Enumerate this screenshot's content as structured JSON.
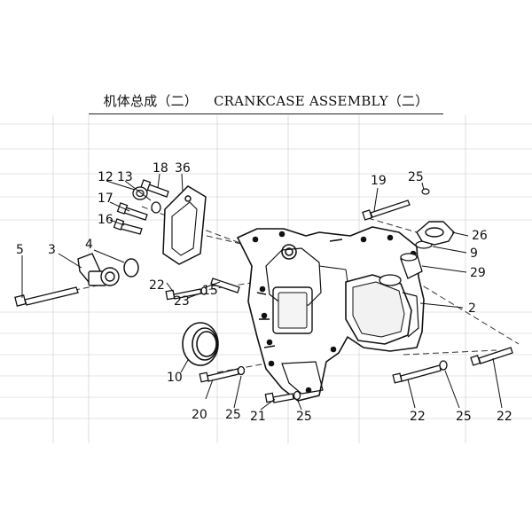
{
  "header": {
    "title_cn": "机体总成（二）",
    "title_en": "CRANKCASE ASSEMBLY（二）"
  },
  "callouts": [
    {
      "id": "c12",
      "label": "12"
    },
    {
      "id": "c13",
      "label": "13"
    },
    {
      "id": "c18",
      "label": "18"
    },
    {
      "id": "c36",
      "label": "36"
    },
    {
      "id": "c17",
      "label": "17"
    },
    {
      "id": "c16",
      "label": "16"
    },
    {
      "id": "c5",
      "label": "5"
    },
    {
      "id": "c3",
      "label": "3"
    },
    {
      "id": "c4",
      "label": "4"
    },
    {
      "id": "c22a",
      "label": "22"
    },
    {
      "id": "c23",
      "label": "23"
    },
    {
      "id": "c15",
      "label": "15"
    },
    {
      "id": "c10",
      "label": "10"
    },
    {
      "id": "c20",
      "label": "20"
    },
    {
      "id": "c25a",
      "label": "25"
    },
    {
      "id": "c21",
      "label": "21"
    },
    {
      "id": "c25b",
      "label": "25"
    },
    {
      "id": "c19",
      "label": "19"
    },
    {
      "id": "c25c",
      "label": "25"
    },
    {
      "id": "c26",
      "label": "26"
    },
    {
      "id": "c9",
      "label": "9"
    },
    {
      "id": "c29",
      "label": "29"
    },
    {
      "id": "c2",
      "label": "2"
    },
    {
      "id": "c22b",
      "label": "22"
    },
    {
      "id": "c25d",
      "label": "25"
    },
    {
      "id": "c22c",
      "label": "22"
    }
  ]
}
